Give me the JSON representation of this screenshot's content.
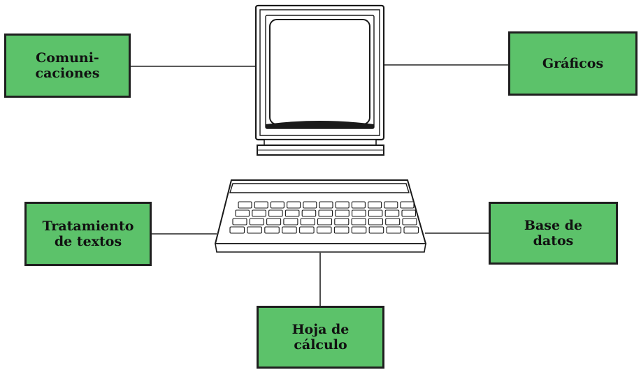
{
  "diagram": {
    "colors": {
      "box_fill": "#5cc26a",
      "box_border": "#1f1f1f",
      "line": "#222222"
    },
    "nodes": [
      {
        "id": "comunicaciones",
        "label": "Comuni-\ncaciones"
      },
      {
        "id": "graficos",
        "label": "Gráficos"
      },
      {
        "id": "tratamiento",
        "label": "Tratamiento\nde textos"
      },
      {
        "id": "base",
        "label": "Base de\ndatos"
      },
      {
        "id": "hoja",
        "label": "Hoja de\ncálculo"
      }
    ],
    "center": {
      "monitor_icon": "monitor-icon",
      "keyboard_icon": "keyboard-icon"
    },
    "edges": [
      {
        "from": "comunicaciones",
        "to": "monitor"
      },
      {
        "from": "graficos",
        "to": "monitor"
      },
      {
        "from": "tratamiento",
        "to": "keyboard"
      },
      {
        "from": "base",
        "to": "keyboard"
      },
      {
        "from": "hoja",
        "to": "keyboard"
      }
    ]
  }
}
